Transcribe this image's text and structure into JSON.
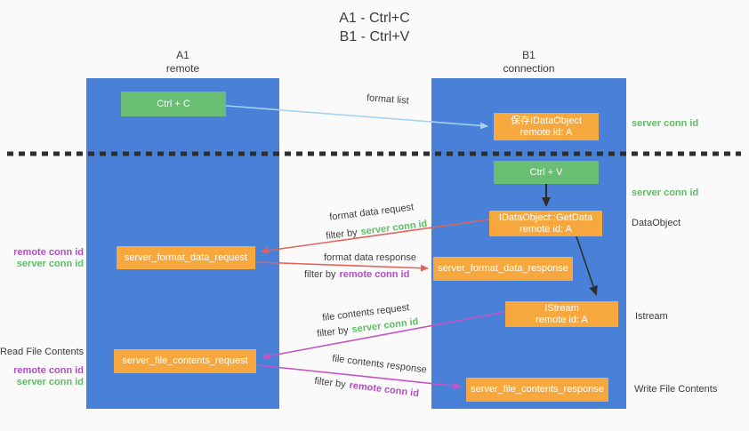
{
  "title": {
    "line1": "A1 - Ctrl+C",
    "line2": "B1 - Ctrl+V"
  },
  "lanes": {
    "left": {
      "name": "A1",
      "subtitle": "remote"
    },
    "right": {
      "name": "B1",
      "subtitle": "connection"
    }
  },
  "boxes": {
    "ctrl_c": "Ctrl + C",
    "save_dataobject_line1": "保存IDataObject",
    "save_dataobject_line2": "remote id: A",
    "ctrl_v": "Ctrl + V",
    "getdata_line1": "IDataObject::GetData",
    "getdata_line2": "remote id: A",
    "format_request": "server_format_data_request",
    "format_response": "server_format_data_response",
    "istream_line1": "IStream",
    "istream_line2": "remote id: A",
    "file_request": "server_file_contents_request",
    "file_response": "server_file_contents_response"
  },
  "side_labels": {
    "server_conn_id_top": "server conn id",
    "server_conn_id_mid": "server conn id",
    "dataobject": "DataObject",
    "istream": "Istream",
    "write_file_contents": "Write File Contents",
    "read_file_contents": "Read File Contents",
    "remote_conn_id_left1": "remote conn id",
    "server_conn_id_left1": "server conn id",
    "remote_conn_id_left2": "remote conn id",
    "server_conn_id_left2": "server conn id"
  },
  "flow_labels": {
    "format_list": "format list",
    "format_data_request": "format data request",
    "filter_by_1": "filter by",
    "filter_server_1": "server conn id",
    "format_data_response": "format data response",
    "filter_by_2": "filter by",
    "filter_remote_1": "remote conn id",
    "file_contents_request": "file contents request",
    "filter_by_3": "filter by",
    "filter_server_2": "server conn id",
    "file_contents_response": "file contents response",
    "filter_by_4": "filter by",
    "filter_remote_2": "remote conn id"
  },
  "colors": {
    "lane_blue": "#4a81d8",
    "box_green": "#6abe73",
    "box_orange": "#f6a83f",
    "text_green": "#5cbd63",
    "text_purple": "#b24fc0",
    "arrow_red": "#e0635c",
    "arrow_magenta": "#c554c2",
    "arrow_lightblue": "#a9d2f0",
    "arrow_black": "#2d2d2d"
  }
}
